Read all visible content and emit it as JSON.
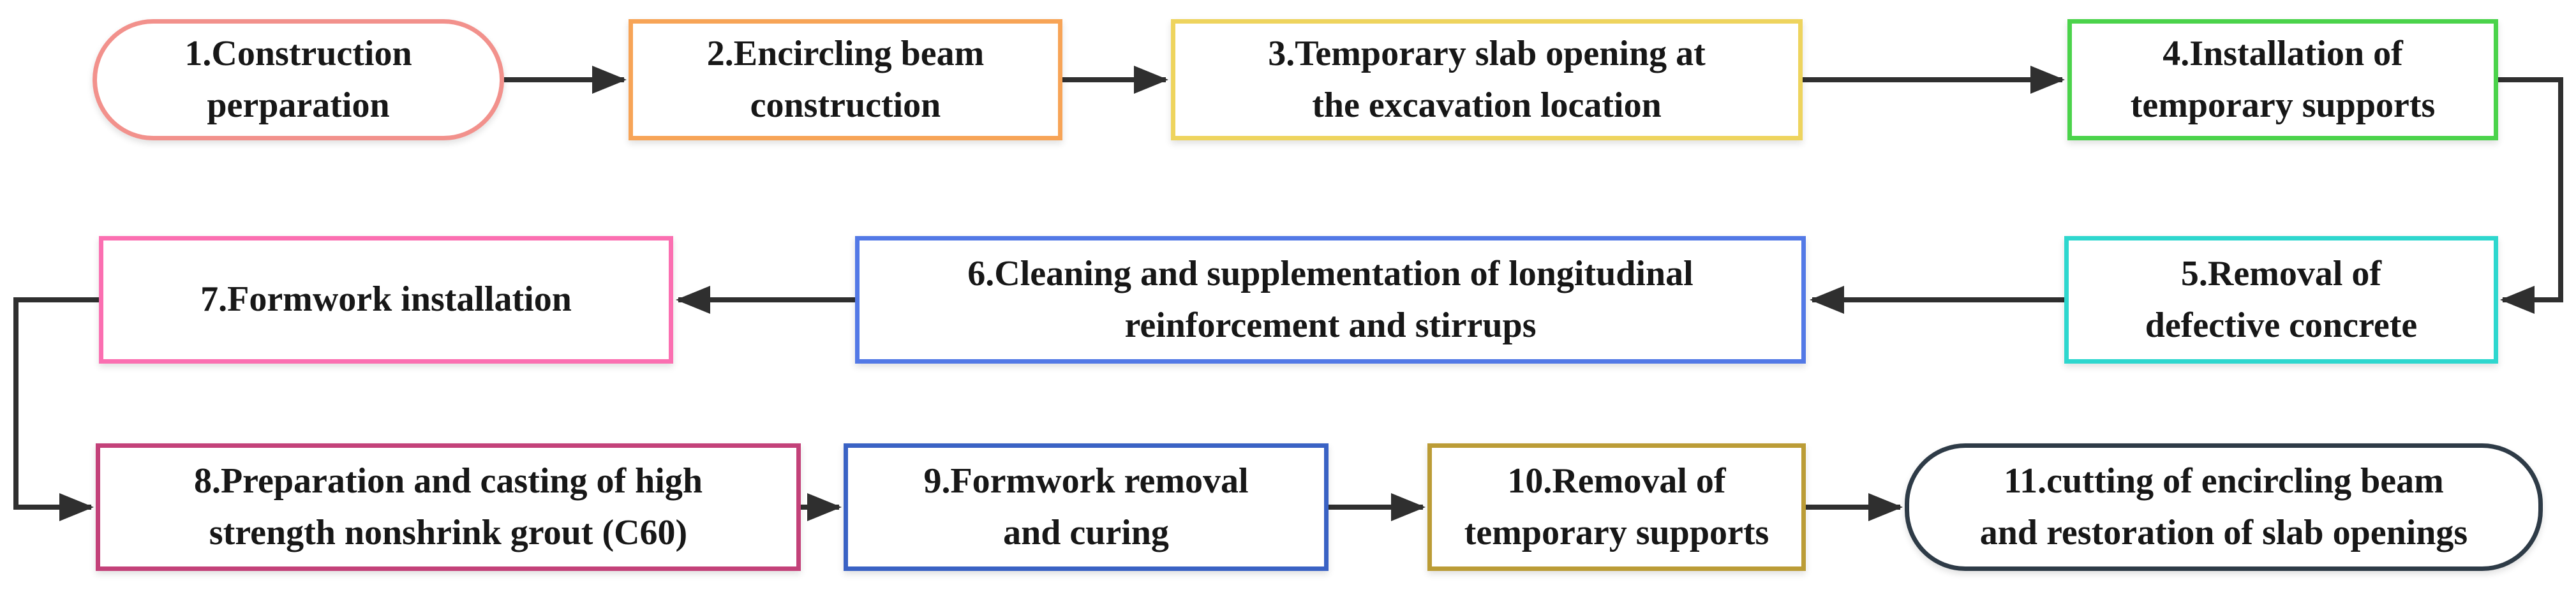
{
  "diagram": {
    "type": "flowchart",
    "title": "",
    "description": "Construction procedure flowchart with 11 sequential steps linked by arrows (rows alternate direction: left-to-right, right-to-left, left-to-right)",
    "connector_color": "#2f2f2f",
    "text_color": "#171717",
    "background_color": "#ffffff",
    "steps": [
      {
        "id": 1,
        "label": "1.Construction perparation",
        "lines": [
          "1.Construction",
          "perparation"
        ],
        "shape": "stadium",
        "border_color": "#F2918C"
      },
      {
        "id": 2,
        "label": "2.Encircling beam construction",
        "lines": [
          "2.Encircling beam",
          "construction"
        ],
        "shape": "rect",
        "border_color": "#F7A457"
      },
      {
        "id": 3,
        "label": "3.Temporary slab opening at the excavation location",
        "lines": [
          "3.Temporary slab opening at",
          "the excavation location"
        ],
        "shape": "rect",
        "border_color": "#EED45E"
      },
      {
        "id": 4,
        "label": "4.Installation of temporary supports",
        "lines": [
          "4.Installation of",
          "temporary supports"
        ],
        "shape": "rect",
        "border_color": "#4BD34B"
      },
      {
        "id": 5,
        "label": "5.Removal of defective concrete",
        "lines": [
          "5.Removal of",
          "defective concrete"
        ],
        "shape": "rect",
        "border_color": "#2ED7CE"
      },
      {
        "id": 6,
        "label": "6.Cleaning and supplementation of longitudinal reinforcement and stirrups",
        "lines": [
          "6.Cleaning and supplementation of longitudinal",
          "reinforcement and stirrups"
        ],
        "shape": "rect",
        "border_color": "#5379E6"
      },
      {
        "id": 7,
        "label": "7.Formwork installation",
        "lines": [
          "7.Formwork installation"
        ],
        "shape": "rect",
        "border_color": "#FB6FB1"
      },
      {
        "id": 8,
        "label": "8.Preparation and casting of high strength nonshrink grout (C60)",
        "lines": [
          "8.Preparation and casting of high",
          "strength nonshrink grout (C60)"
        ],
        "shape": "rect",
        "border_color": "#C34179"
      },
      {
        "id": 9,
        "label": "9.Formwork removal and curing",
        "lines": [
          "9.Formwork removal",
          "and curing"
        ],
        "shape": "rect",
        "border_color": "#3A62C4"
      },
      {
        "id": 10,
        "label": "10.Removal of temporary supports",
        "lines": [
          "10.Removal of",
          "temporary supports"
        ],
        "shape": "rect",
        "border_color": "#BB9C36"
      },
      {
        "id": 11,
        "label": "11.cutting of encircling beam and restoration of slab openings",
        "lines": [
          "11.cutting of encircling beam",
          "and restoration of slab openings"
        ],
        "shape": "stadium",
        "border_color": "#2E3B47"
      }
    ],
    "connections": [
      {
        "from": 1,
        "to": 2,
        "style": "straight-right"
      },
      {
        "from": 2,
        "to": 3,
        "style": "straight-right"
      },
      {
        "from": 3,
        "to": 4,
        "style": "straight-right"
      },
      {
        "from": 4,
        "to": 5,
        "style": "elbow-right-down-left"
      },
      {
        "from": 5,
        "to": 6,
        "style": "straight-left"
      },
      {
        "from": 6,
        "to": 7,
        "style": "straight-left"
      },
      {
        "from": 7,
        "to": 8,
        "style": "elbow-left-down-right"
      },
      {
        "from": 8,
        "to": 9,
        "style": "straight-right"
      },
      {
        "from": 9,
        "to": 10,
        "style": "straight-right"
      },
      {
        "from": 10,
        "to": 11,
        "style": "straight-right"
      }
    ]
  }
}
